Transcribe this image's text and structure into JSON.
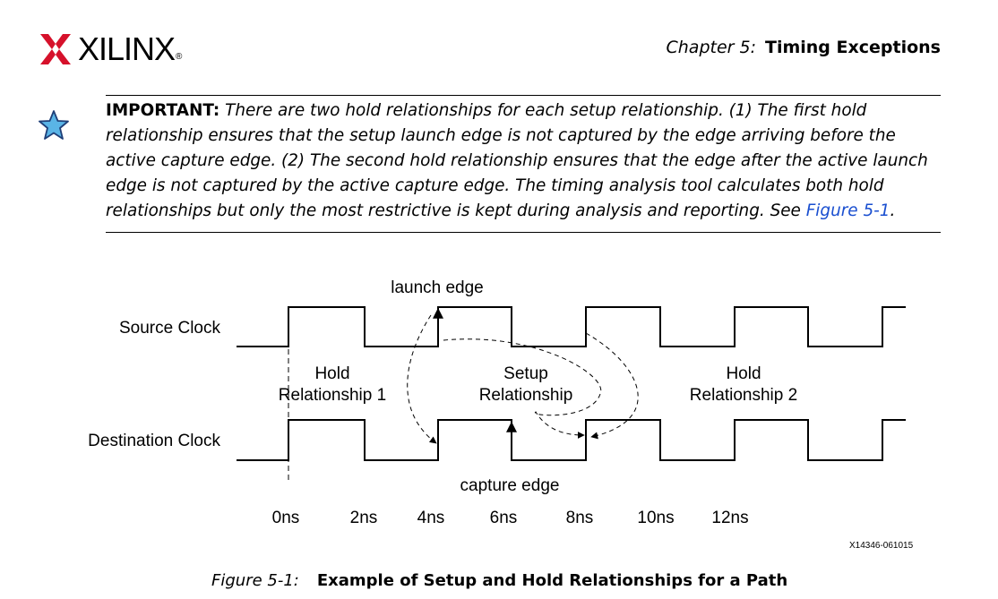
{
  "header": {
    "logo_text": "XILINX",
    "logo_reg": "®",
    "chapter_label": "Chapter 5:",
    "chapter_title": "Timing Exceptions"
  },
  "note": {
    "icon": "star-icon",
    "label": "IMPORTANT:",
    "text": "There are two hold relationships for each setup relationship. (1) The first hold relationship ensures that the setup launch edge is not captured by the edge arriving before the active capture edge. (2) The second hold relationship ensures that the edge after the active launch edge is not captured by the active capture edge. The timing analysis tool calculates both hold relationships but only the most restrictive is kept during analysis and reporting. See ",
    "link": "Figure 5-1",
    "end": "."
  },
  "figure": {
    "launch_edge": "launch edge",
    "capture_edge": "capture edge",
    "source_clock": "Source Clock",
    "destination_clock": "Destination Clock",
    "hold1_line1": "Hold",
    "hold1_line2": "Relationship 1",
    "setup_line1": "Setup",
    "setup_line2": "Relationship",
    "hold2_line1": "Hold",
    "hold2_line2": "Relationship 2",
    "time_labels": [
      "0ns",
      "2ns",
      "4ns",
      "6ns",
      "8ns",
      "10ns",
      "12ns"
    ],
    "figure_id": "X14346-061015"
  },
  "caption": {
    "label": "Figure 5-1:",
    "title": "Example of Setup and Hold Relationships for a Path"
  },
  "colors": {
    "logo_red": "#d6112b",
    "star_fill": "#5ab4e6",
    "link": "#1a4fd0"
  }
}
